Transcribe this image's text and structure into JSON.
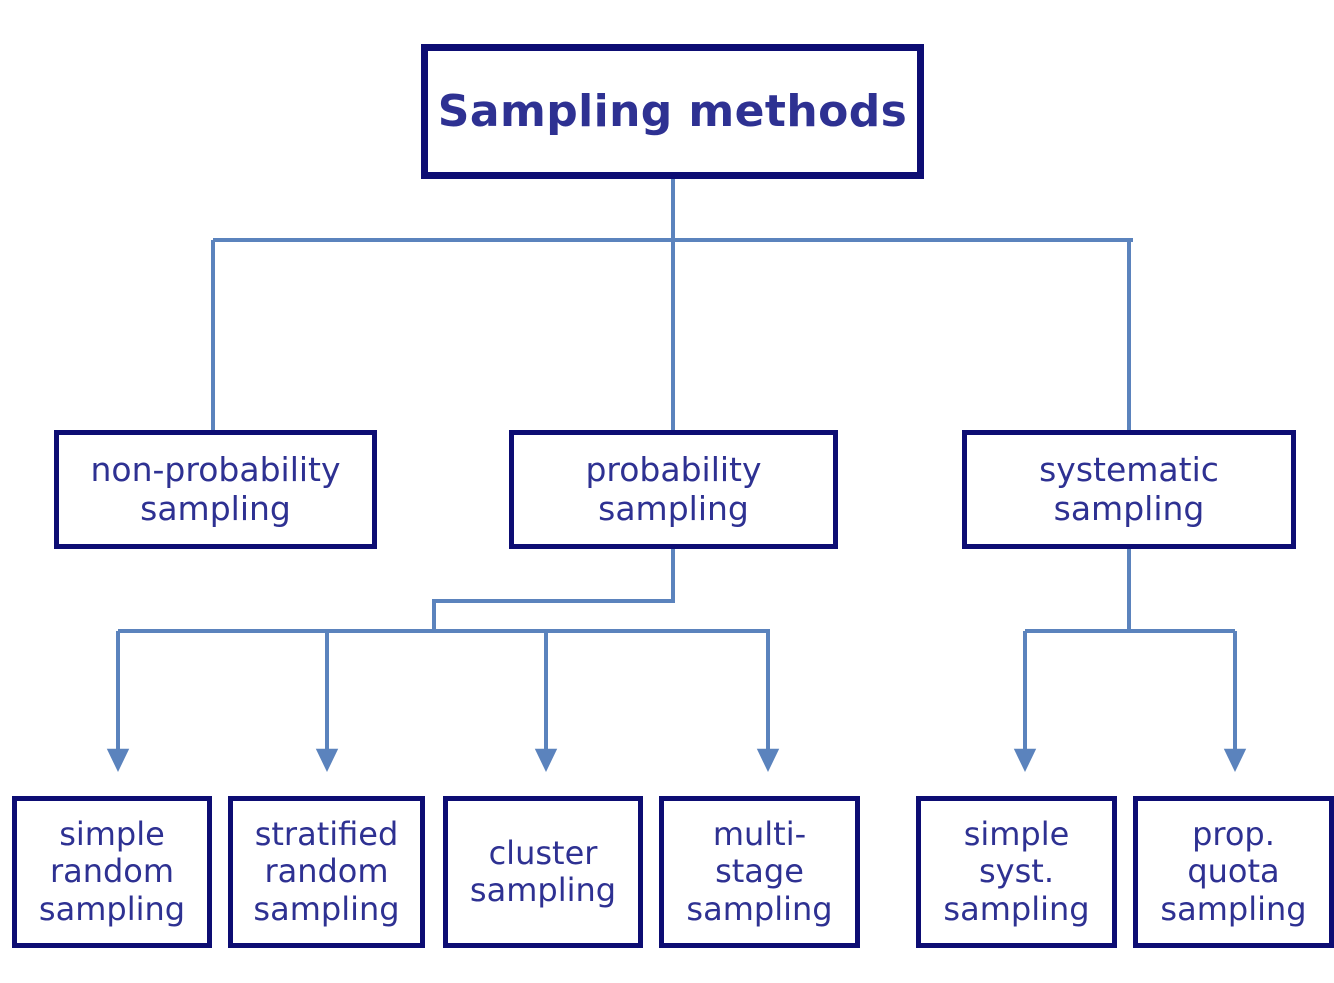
{
  "diagram": {
    "title": "Sampling methods",
    "type": "tree-hierarchy",
    "colors": {
      "box_border": "#0d0d73",
      "box_fill": "#ffffff",
      "text": "#2e3192",
      "connector": "#5b83bd",
      "background": "#ffffff"
    },
    "root": {
      "label": "Sampling methods"
    },
    "level2": [
      {
        "id": "non-probability-sampling",
        "label": "non-probability\nsampling"
      },
      {
        "id": "probability-sampling",
        "label": "probability\nsampling"
      },
      {
        "id": "systematic-sampling",
        "label": "systematic\nsampling"
      }
    ],
    "level3": [
      {
        "id": "simple-random-sampling",
        "label": "simple\nrandom\nsampling",
        "parent": "probability-sampling"
      },
      {
        "id": "stratified-random-sampling",
        "label": "stratified\nrandom\nsampling",
        "parent": "probability-sampling"
      },
      {
        "id": "cluster-sampling",
        "label": "cluster\nsampling",
        "parent": "probability-sampling"
      },
      {
        "id": "multi-stage-sampling",
        "label": "multi-\nstage\nsampling",
        "parent": "probability-sampling"
      },
      {
        "id": "simple-systematic-sampling",
        "label": "simple\nsyst.\nsampling",
        "parent": "systematic-sampling"
      },
      {
        "id": "proportional-quota-sampling",
        "label": "prop.\nquota\nsampling",
        "parent": "systematic-sampling"
      }
    ]
  }
}
